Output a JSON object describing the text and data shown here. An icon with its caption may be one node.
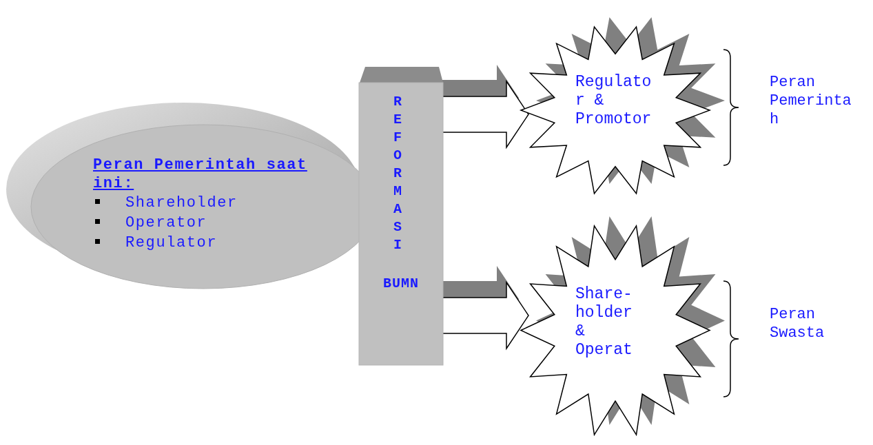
{
  "diagram": {
    "nodes": [
      {
        "text": [
          "Peran Pemerintah saat ini:",
          "Shareholder",
          "Operator",
          "Regulator"
        ]
      },
      {
        "text": [
          "REFORMASI",
          "BUMN"
        ]
      },
      {
        "text": [
          "Regulator & Promotor"
        ]
      },
      {
        "text": [
          "Share-holder & Operat"
        ]
      }
    ],
    "edges": [
      {
        "from": 1,
        "to": 2,
        "arrow": "to"
      },
      {
        "from": 1,
        "to": 3,
        "arrow": "to"
      }
    ],
    "labels": [
      "Peran Pemerintah",
      "Peran Swasta"
    ]
  }
}
